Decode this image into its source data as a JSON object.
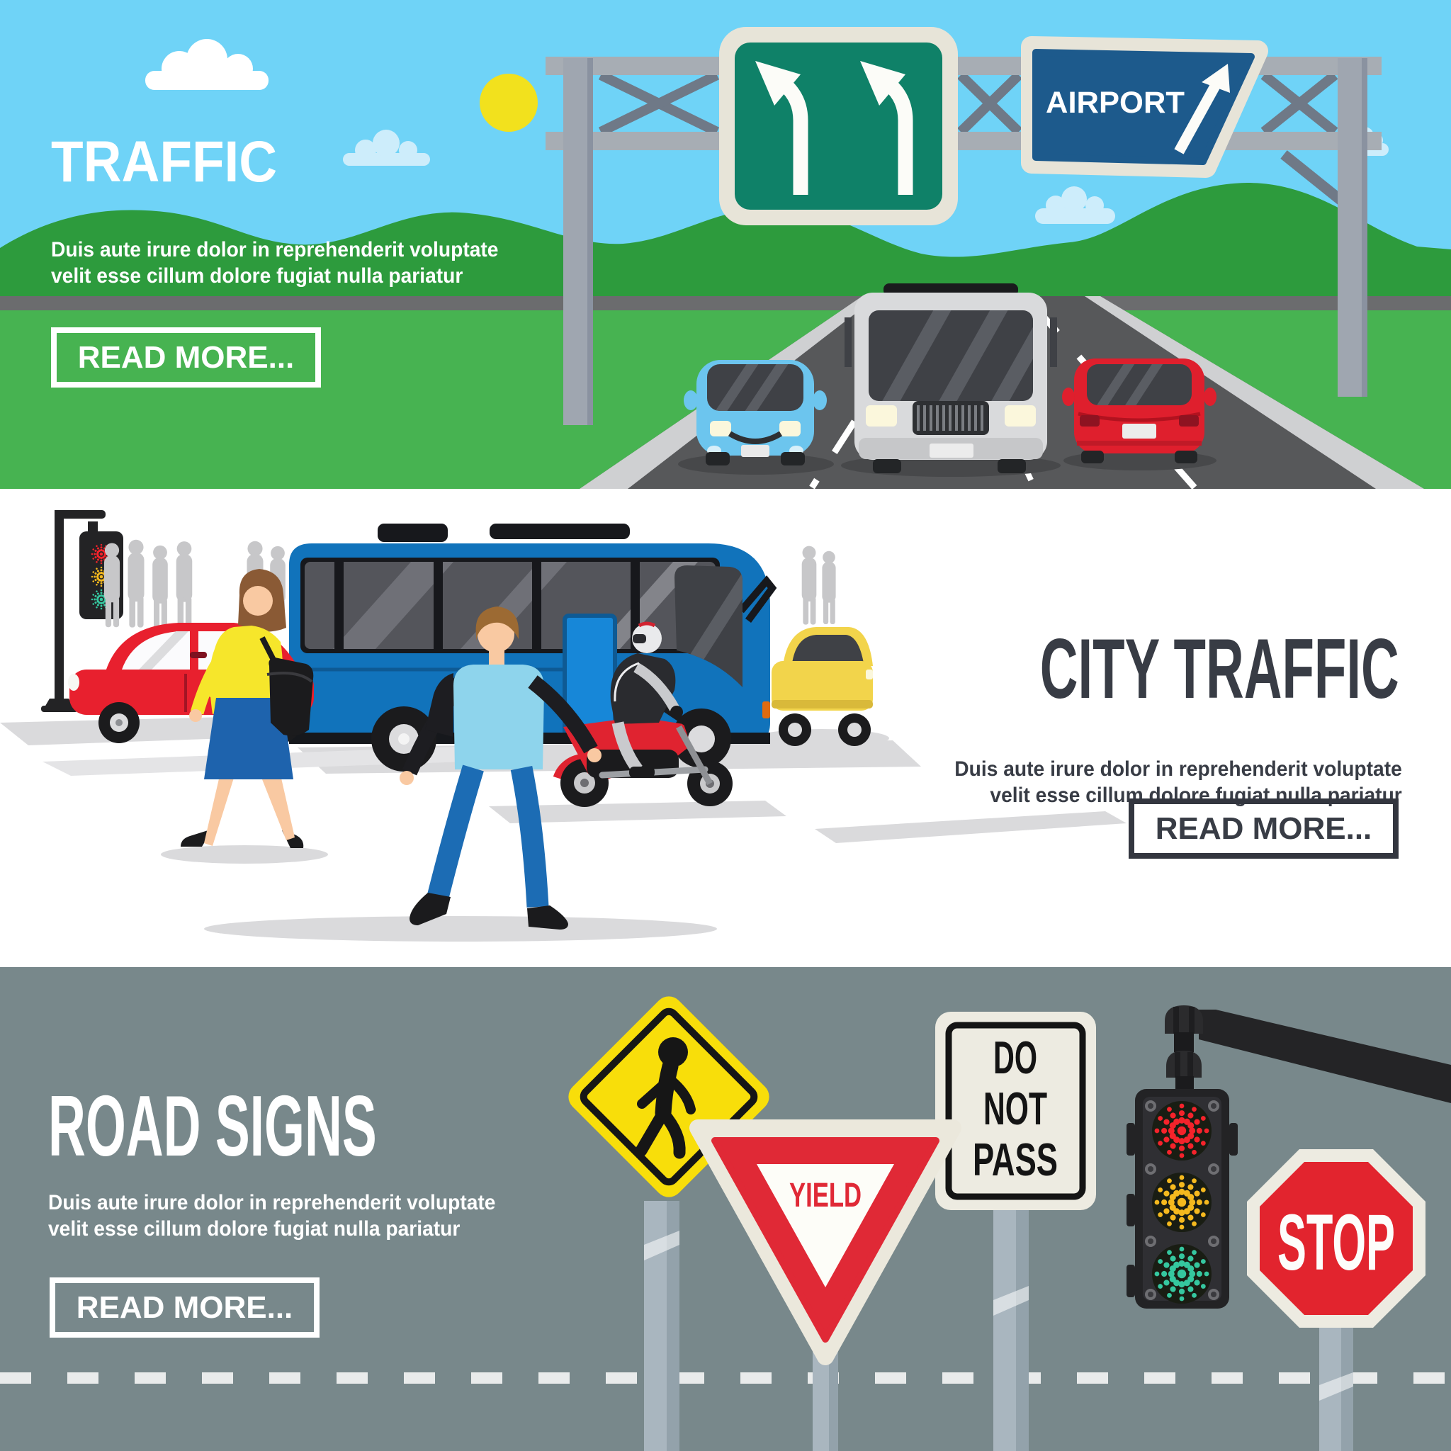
{
  "banners": [
    {
      "id": "traffic",
      "title": "TRAFFIC",
      "description": [
        "Duis aute irure dolor in reprehenderit voluptate",
        "velit esse cillum dolore fugiat nulla pariatur"
      ],
      "button_label": "READ MORE...",
      "airport_sign_label": "AIRPORT"
    },
    {
      "id": "city-traffic",
      "title": "CITY TRAFFIC",
      "description": [
        "Duis aute irure dolor in reprehenderit voluptate",
        "velit esse cillum dolore fugiat nulla pariatur"
      ],
      "button_label": "READ MORE..."
    },
    {
      "id": "road-signs",
      "title": "ROAD SIGNS",
      "description": [
        "Duis aute irure dolor in reprehenderit voluptate",
        "velit esse cillum dolore fugiat nulla pariatur"
      ],
      "button_label": "READ MORE...",
      "yield_sign_label": "YIELD",
      "do_not_pass_lines": [
        "DO",
        "NOT",
        "PASS"
      ],
      "stop_sign_label": "STOP"
    }
  ],
  "colors": {
    "sky": "#6FD3F7",
    "hills": "#2D9B3D",
    "grass": "#47B351",
    "road": "#57585A",
    "guide_sign_green": "#0F8168",
    "airport_sign_blue": "#1D5A8C",
    "banner3_background": "#78888B",
    "bus_blue": "#1173BB",
    "taxi_yellow": "#F2D44B",
    "warning_yellow": "#F8DE0A",
    "sign_red": "#E2242E",
    "dark_text": "#383C45",
    "signal_red": "#F5232B",
    "signal_yellow": "#F5B91E",
    "signal_green": "#35C79F"
  }
}
